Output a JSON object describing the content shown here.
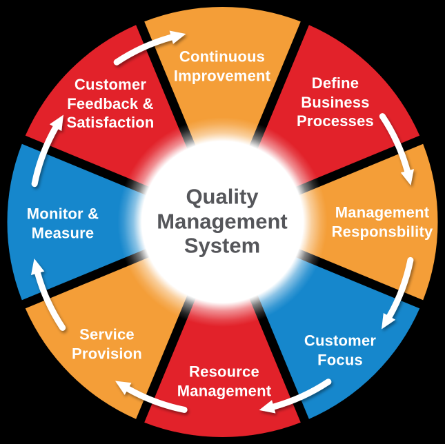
{
  "diagram": {
    "type": "cycle-wheel",
    "center": {
      "title": "Quality\nManagement\nSystem"
    },
    "segments": [
      {
        "id": "continuous-improvement",
        "label": "Continuous\nImprovement",
        "color": "#F49E38",
        "position": "top"
      },
      {
        "id": "define-business-processes",
        "label": "Define\nBusiness\nProcesses",
        "color": "#E2232A",
        "position": "top-right"
      },
      {
        "id": "management-responsbility",
        "label": "Management\nResponsbility",
        "color": "#F49E38",
        "position": "right"
      },
      {
        "id": "customer-focus",
        "label": "Customer\nFocus",
        "color": "#1787CC",
        "position": "bottom-right"
      },
      {
        "id": "resource-management",
        "label": "Resource\nManagement",
        "color": "#E2232A",
        "position": "bottom"
      },
      {
        "id": "service-provision",
        "label": "Service\nProvision",
        "color": "#F49E38",
        "position": "bottom-left"
      },
      {
        "id": "monitor-measure",
        "label": "Monitor &\nMeasure",
        "color": "#1787CC",
        "position": "left"
      },
      {
        "id": "customer-feedback-satisfaction",
        "label": "Customer\nFeedback &\nSatisfaction",
        "color": "#E2232A",
        "position": "top-left"
      }
    ],
    "arrows": {
      "glyph": "curved-clockwise-arrow",
      "color": "#FFFFFF",
      "flows": [
        {
          "from": "Monitor & Measure",
          "to": "Customer Feedback & Satisfaction"
        },
        {
          "from": "Customer Feedback & Satisfaction",
          "to": "Continuous Improvement"
        },
        {
          "from": "Define Business Processes",
          "to": "Management Responsbility"
        },
        {
          "from": "Management Responsbility",
          "to": "Customer Focus"
        },
        {
          "from": "Customer Focus",
          "to": "Resource Management"
        },
        {
          "from": "Resource Management",
          "to": "Service Provision"
        },
        {
          "from": "Service Provision",
          "to": "Monitor & Measure"
        }
      ]
    },
    "colors": {
      "orange": "#F49E38",
      "red": "#E2232A",
      "blue": "#1787CC",
      "center_circle": "#FFFFFF",
      "center_text": "#55565A",
      "label_text": "#FFFFFF",
      "arrow": "#FFFFFF",
      "background": "#000000"
    }
  }
}
